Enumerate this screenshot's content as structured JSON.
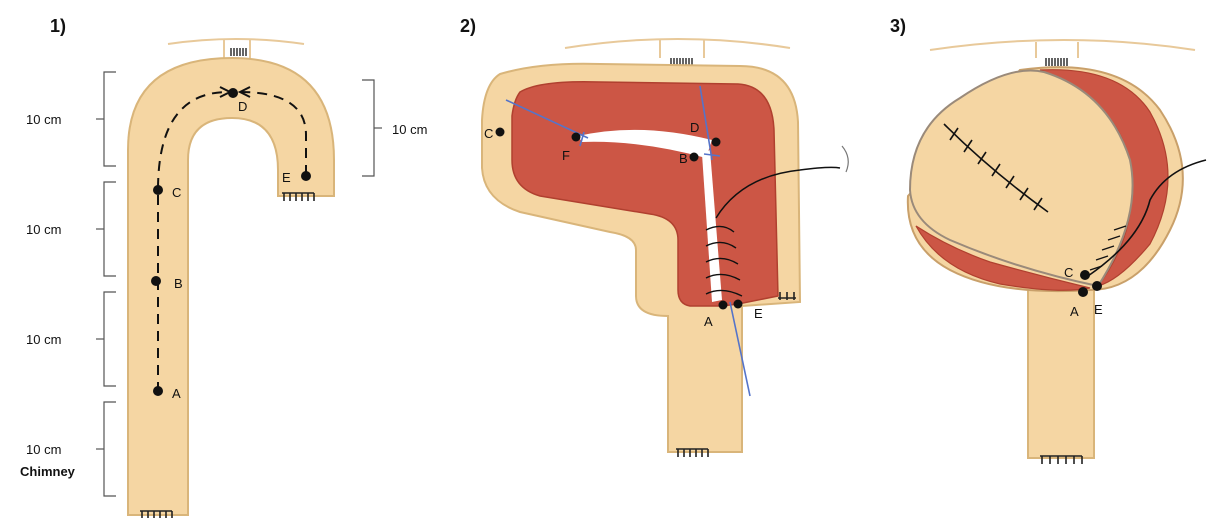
{
  "colors": {
    "tissue": "#f5d6a3",
    "tissue_stroke": "#d9b57a",
    "mucosa": "#cc5645",
    "mucosa_edge": "#b0402f",
    "suture_blue": "#5574c9",
    "ink": "#111111"
  },
  "panels": [
    {
      "number": "1)"
    },
    {
      "number": "2)"
    },
    {
      "number": "3)"
    }
  ],
  "panel1": {
    "segments": [
      "10 cm",
      "10 cm",
      "10 cm",
      "10 cm"
    ],
    "chimney_label": "Chimney",
    "right_bracket_label": "10 cm",
    "points": [
      "A",
      "B",
      "C",
      "D",
      "E"
    ]
  },
  "panel2": {
    "points": [
      "C",
      "F",
      "D",
      "B",
      "A",
      "E"
    ]
  },
  "panel3": {
    "points": [
      "C",
      "A",
      "E"
    ]
  },
  "icons": [
    "staple-line-icon",
    "suture-needle-icon",
    "dashed-arrow-icon"
  ]
}
